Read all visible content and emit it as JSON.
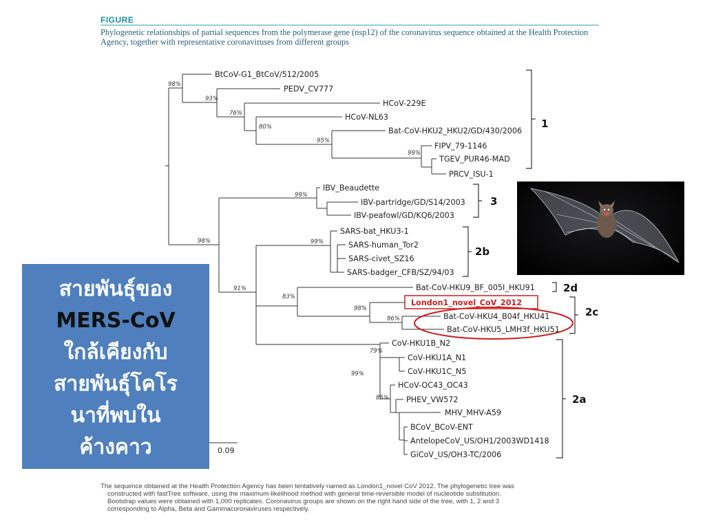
{
  "figure": {
    "label": "FIGURE",
    "caption": "Phylogenetic relationships of partial sequences from the polymerase gene (nsp12) of the coronavirus sequence obtained at the Health Protection Agency, together with representative coronaviruses from different groups"
  },
  "tree": {
    "leaves": [
      "BtCoV-G1_BtCoV/512/2005",
      "PEDV_CV777",
      "HCoV-229E",
      "HCoV-NL63",
      "Bat-CoV-HKU2_HKU2/GD/430/2006",
      "FIPV_79-1146",
      "TGEV_PUR46-MAD",
      "PRCV_ISU-1",
      "IBV_Beaudette",
      "IBV-partridge/GD/S14/2003",
      "IBV-peafowl/GD/KQ6/2003",
      "SARS-bat_HKU3-1",
      "SARS-human_Tor2",
      "SARS-civet_SZ16",
      "SARS-badger_CFB/SZ/94/03",
      "Bat-CoV-HKU9_BF_005I_HKU91",
      "London1_novel_CoV_2012",
      "Bat-CoV-HKU4_B04f_HKU41",
      "Bat-CoV-HKU5_LMH3f_HKU51",
      "CoV-HKU1B_N2",
      "CoV-HKU1A_N1",
      "CoV-HKU1C_N5",
      "HCoV-OC43_OC43",
      "PHEV_VW572",
      "MHV_MHV-A59",
      "BCoV_BCoV-ENT",
      "AntelopeCoV_US/OH1/2003WD1418",
      "GiCoV_US/OH3-TC/2006"
    ],
    "bootstrap": [
      "98%",
      "93%",
      "76%",
      "80%",
      "95%",
      "99%",
      "99%",
      "98%",
      "99%",
      "91%",
      "83%",
      "98%",
      "86%",
      "79%",
      "99%",
      "85%"
    ],
    "groups": [
      "1",
      "3",
      "2b",
      "2d",
      "2c",
      "2a"
    ],
    "scale_label": "0.09",
    "highlight_color": "#cc1f1f"
  },
  "callout": {
    "lines": [
      "สายพันธุ์ของ",
      "MERS-CoV",
      "ใกล้เคียงกับ",
      "สายพันธุ์โคโร",
      "นาที่พบใน",
      "ค้างคาว"
    ]
  },
  "footnote": {
    "lines": [
      "The sequence obtained at the Health Protection Agency has been tentatively named as London1_novel CoV 2012. The phylogenetic tree was",
      "constructed with fastTree software, using the maximum-likelihood method with general time-reversible model of nucleotide substitution.",
      "Bootstrap values were obtained with 1,000 replicates. Coronavirus groups are shown on the right hand side of the tree, with 1, 2 and 3",
      "corresponding to Alpha, Beta and Gammacoronaviruses respectively."
    ]
  },
  "photo": {
    "icon": "bat-photo"
  }
}
